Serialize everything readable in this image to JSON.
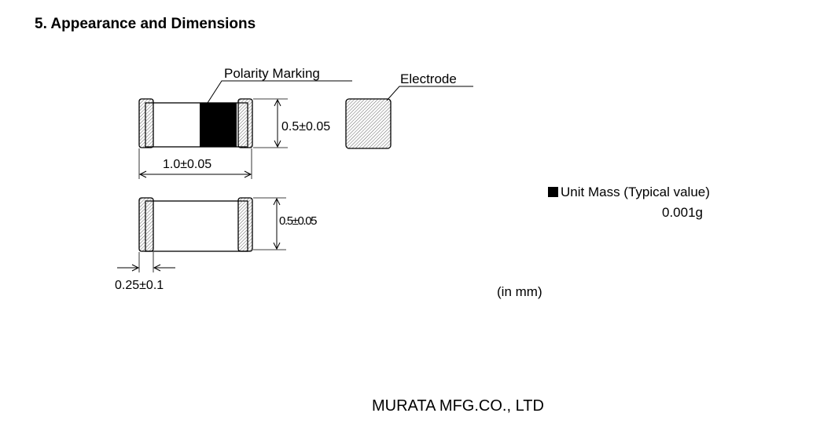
{
  "section": {
    "title": "5. Appearance and Dimensions"
  },
  "drawing": {
    "polarity_label": "Polarity Marking",
    "electrode_label": "Electrode",
    "height_top": "0.5±0.05",
    "length": "1.0±0.05",
    "height_bottom": "0.5±0.05",
    "electrode_width": "0.25±0.1",
    "colors": {
      "stroke": "#000000",
      "marking": "#000000",
      "hatch": "#555555"
    }
  },
  "unit_mass": {
    "label": "Unit Mass (Typical value)",
    "value": "0.001g"
  },
  "units_note": "(in mm)",
  "company": "MURATA MFG.CO., LTD"
}
